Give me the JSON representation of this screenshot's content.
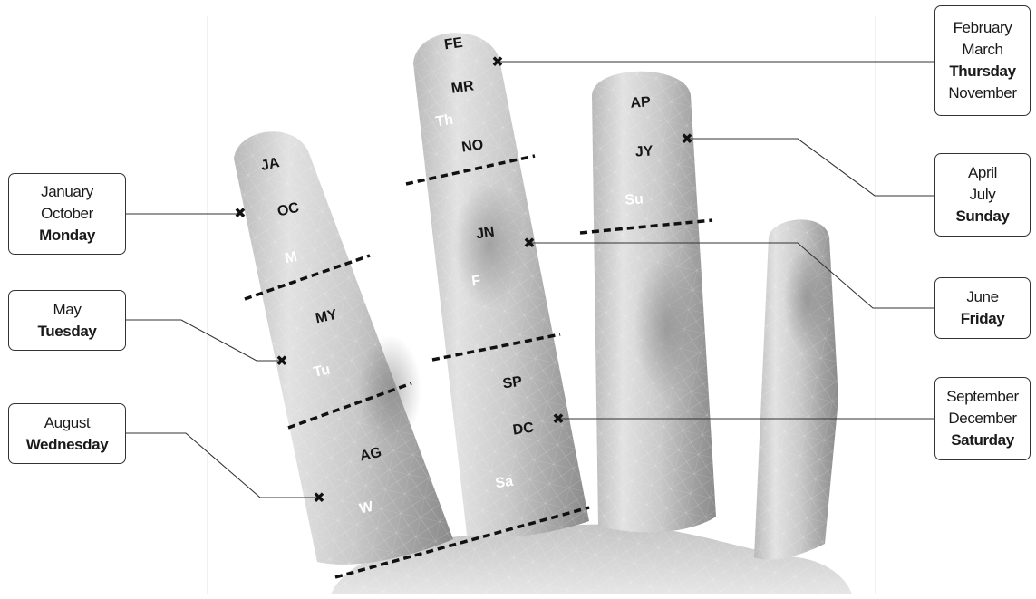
{
  "callouts": {
    "left_top": {
      "line1": "January",
      "line2": "October",
      "line3": "Monday"
    },
    "left_mid": {
      "line1": "May",
      "line2": "Tuesday"
    },
    "left_bottom": {
      "line1": "August",
      "line2": "Wednesday"
    },
    "right_top": {
      "line1": "February",
      "line2": "March",
      "line3": "Thursday",
      "line4": "November"
    },
    "right_upper": {
      "line1": "April",
      "line2": "July",
      "line3": "Sunday"
    },
    "right_mid": {
      "line1": "June",
      "line2": "Friday"
    },
    "right_bottom": {
      "line1": "September",
      "line2": "December",
      "line3": "Saturday"
    }
  },
  "finger_labels": {
    "index": {
      "ja": "JA",
      "oc": "OC",
      "m": "M",
      "my": "MY",
      "tu": "Tu",
      "ag": "AG",
      "w": "W"
    },
    "middle": {
      "fe": "FE",
      "mr": "MR",
      "th": "Th",
      "no": "NO",
      "jn": "JN",
      "f": "F",
      "sp": "SP",
      "dc": "DC",
      "sa": "Sa"
    },
    "ring": {
      "ap": "AP",
      "jy": "JY",
      "su": "Su"
    }
  },
  "marker_symbol": "✖"
}
